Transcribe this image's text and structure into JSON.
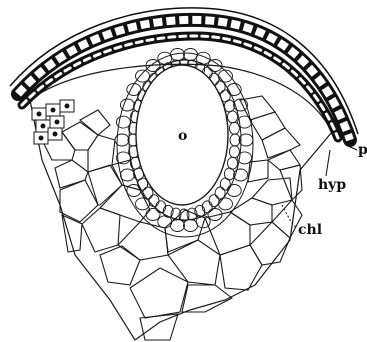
{
  "figure": {
    "labels": {
      "cavity": "o",
      "epidermis": "p",
      "hypodermis": "hyp",
      "chlorenchyma": "chl"
    }
  }
}
